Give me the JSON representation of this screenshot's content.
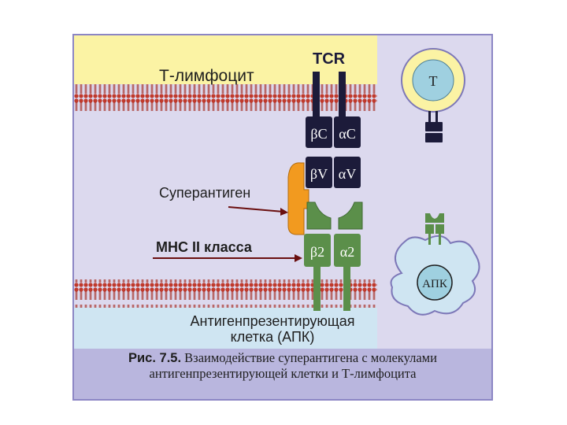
{
  "labels": {
    "t_cell": "Т-лимфоцит",
    "tcr": "TCR",
    "beta_c": "βC",
    "alpha_c": "αC",
    "beta_v": "βV",
    "alpha_v": "αV",
    "superantigen": "Суперантиген",
    "mhc": "МНС II класса",
    "beta2": "β2",
    "alpha2": "α2",
    "apc_line1": "Антигенпрезентирующая",
    "apc_line2": "клетка (АПК)",
    "inset_t": "Т",
    "inset_apc": "АПК"
  },
  "caption": {
    "figure": "Рис. 7.5.",
    "line1": "Взаимодействие суперантигена с молекулами",
    "line2": "антигенпрезентирующей клетки и Т-лимфоцита"
  },
  "colors": {
    "background": "#dcd9ee",
    "t_cell_region": "#fbf3a4",
    "apc_region": "#cfe5f2",
    "membrane_heads": "#c0392b",
    "tcr_domain": "#1c1b3a",
    "mhc_domain": "#5b8f4a",
    "superantigen": "#f29a1f",
    "caption_band": "#b9b6de"
  }
}
